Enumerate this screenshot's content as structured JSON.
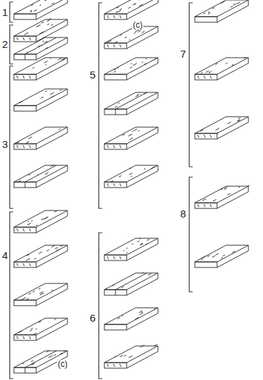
{
  "diagram": {
    "labels": [
      "1",
      "2",
      "3",
      "4",
      "5",
      "6",
      "7",
      "8",
      "(c)",
      "(c)"
    ]
  }
}
